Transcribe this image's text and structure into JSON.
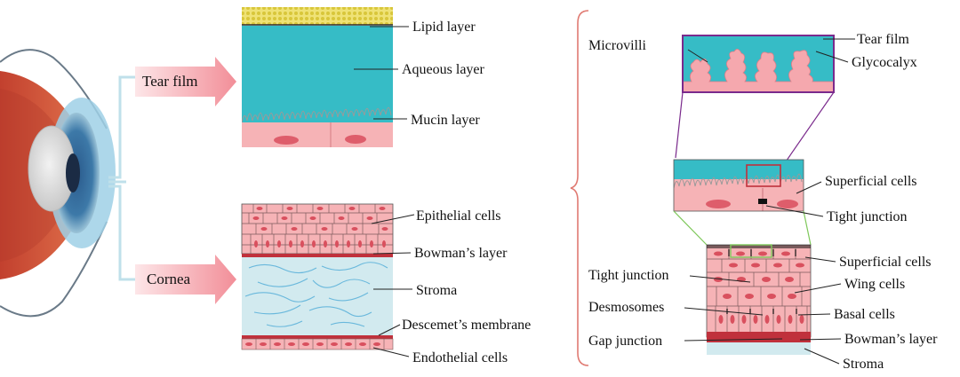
{
  "arrows": {
    "tear_film": "Tear film",
    "cornea": "Cornea"
  },
  "tear_film_layers": {
    "lipid": "Lipid layer",
    "aqueous": "Aqueous layer",
    "mucin": "Mucin layer"
  },
  "cornea_layers": {
    "epithelial": "Epithelial cells",
    "bowman": "Bowman’s layer",
    "stroma": "Stroma",
    "descemet": "Descemet’s membrane",
    "endothelial": "Endothelial cells"
  },
  "surface_detail": {
    "microvilli": "Microvilli",
    "tear_film": "Tear film",
    "glycocalyx": "Glycocalyx",
    "superficial_cells": "Superficial cells",
    "tight_junction": "Tight junction"
  },
  "epithelium_detail": {
    "tight_junction": "Tight junction",
    "desmosomes": "Desmosomes",
    "gap_junction": "Gap junction",
    "superficial_cells": "Superficial cells",
    "wing_cells": "Wing cells",
    "basal_cells": "Basal cells",
    "bowman": "Bowman’s layer",
    "stroma": "Stroma"
  },
  "colors": {
    "aqueous": "#36bcc6",
    "lipid": "#e8da4e",
    "cell_pink": "#f3a3a8",
    "cell_dark": "#d9505e",
    "bowman_red": "#c0313c",
    "stroma_blue": "#cfe8ee",
    "arrow_pink": "#f4a0a8",
    "bracket": "#e07a72",
    "zoom_purple": "#7a2a8c",
    "zoom_green": "#7ec85a"
  }
}
